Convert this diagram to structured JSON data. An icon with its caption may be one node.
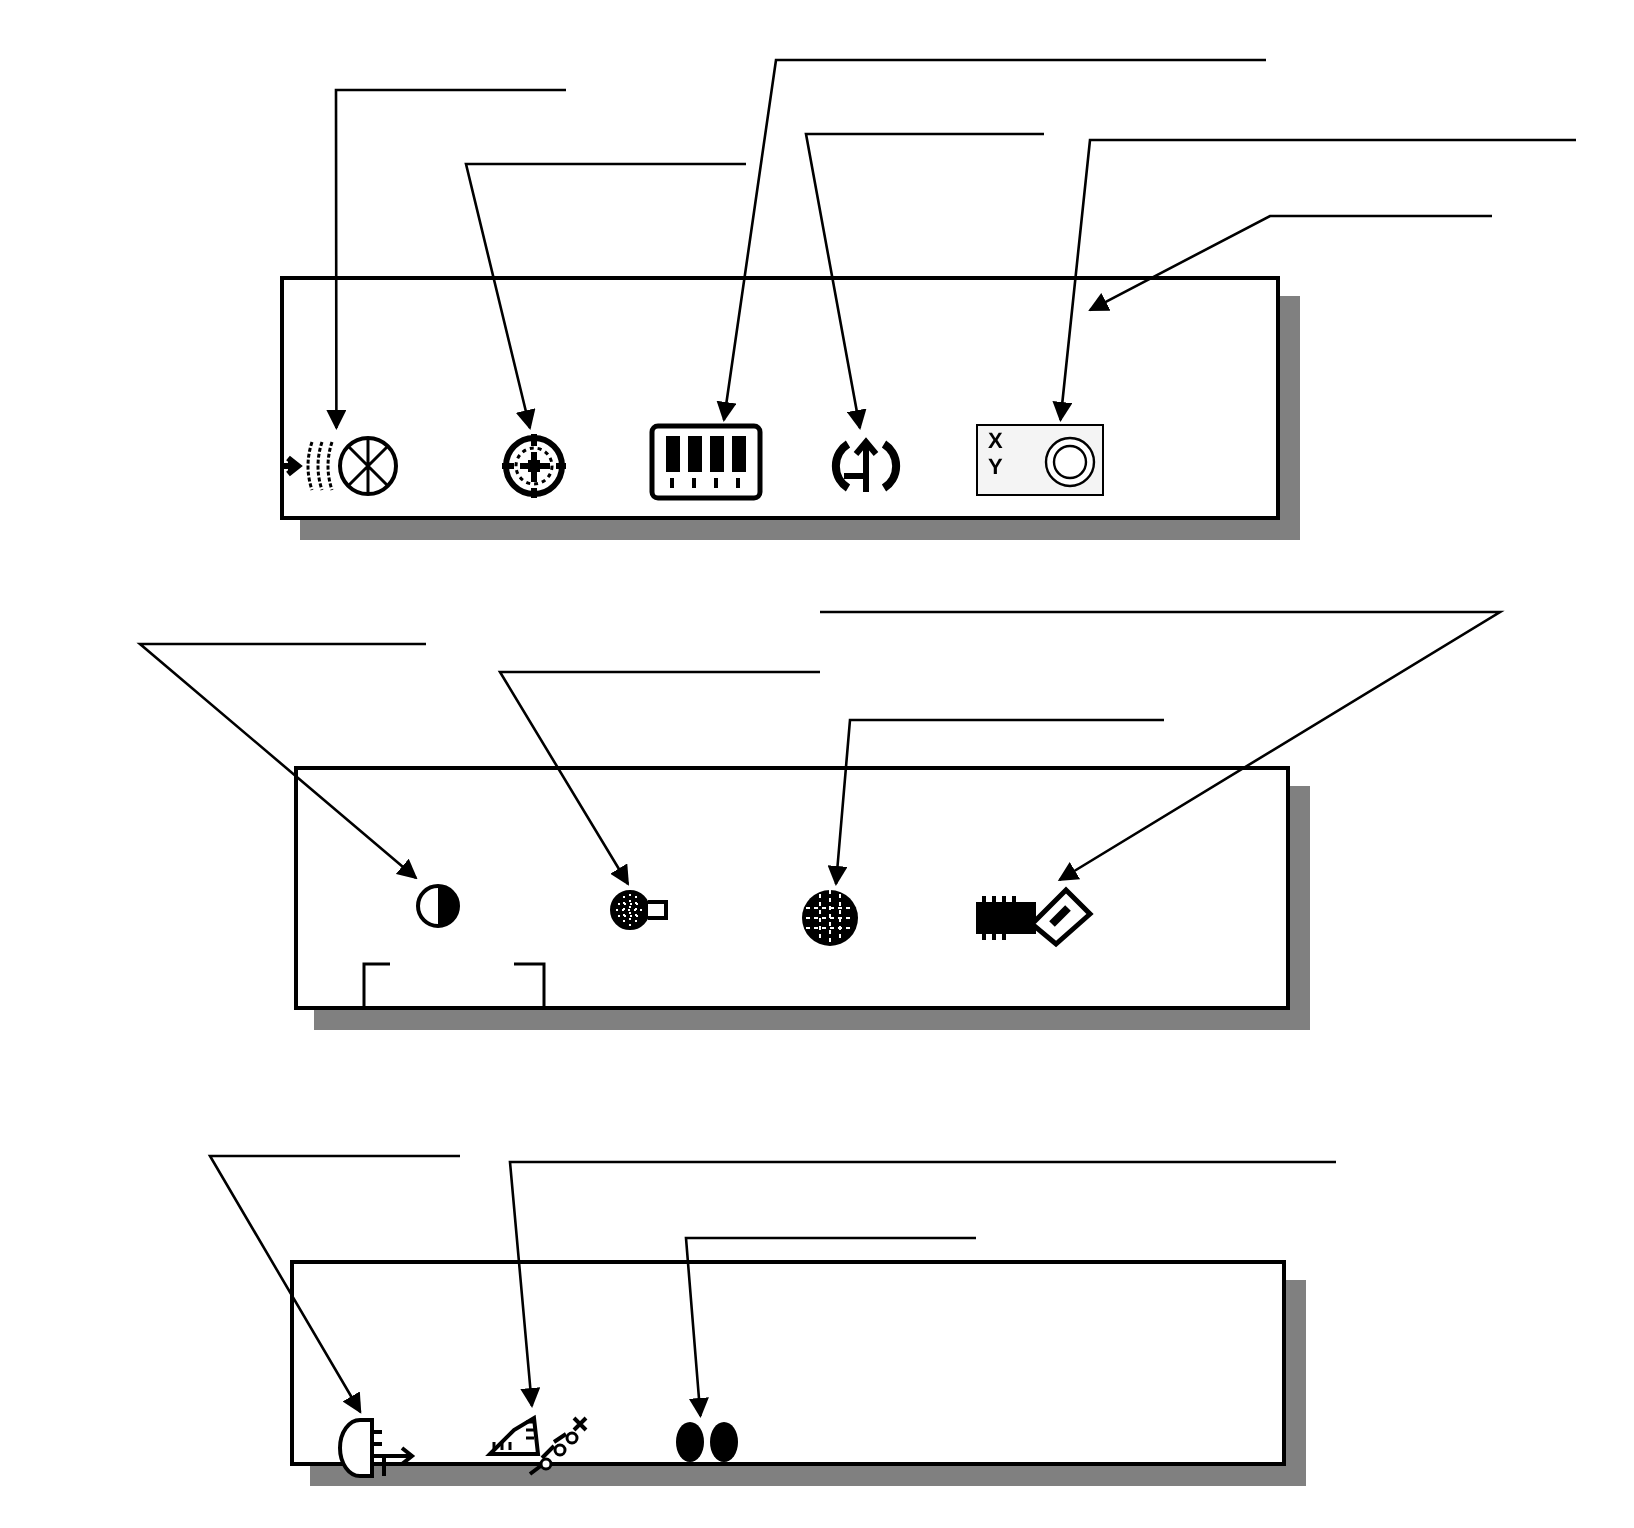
{
  "diagram": {
    "nodes": [
      {
        "text": [],
        "shape": "box"
      },
      {
        "text": [],
        "shape": "icon",
        "in": 0
      },
      {
        "text": [],
        "shape": "icon",
        "in": 0
      },
      {
        "text": [],
        "shape": "icon",
        "in": 0
      },
      {
        "text": [],
        "shape": "icon",
        "in": 0
      },
      {
        "text": [
          "X Y"
        ],
        "in": 0
      },
      {
        "text": [],
        "shape": "box"
      },
      {
        "text": [],
        "shape": "icon",
        "in": 6
      },
      {
        "text": [],
        "shape": "icon",
        "in": 6
      },
      {
        "text": [],
        "shape": "icon",
        "in": 6
      },
      {
        "text": [],
        "shape": "icon",
        "in": 6
      },
      {
        "text": [],
        "shape": "box"
      },
      {
        "text": [],
        "shape": "icon",
        "in": 11
      },
      {
        "text": [],
        "shape": "icon",
        "in": 11
      },
      {
        "text": [],
        "shape": "icon",
        "in": 11
      }
    ],
    "edges": [
      {
        "from": null,
        "to": 1,
        "arrow": "to"
      },
      {
        "from": null,
        "to": 2,
        "arrow": "to"
      },
      {
        "from": null,
        "to": 3,
        "arrow": "to"
      },
      {
        "from": null,
        "to": 4,
        "arrow": "to"
      },
      {
        "from": null,
        "to": 5,
        "arrow": "to"
      },
      {
        "from": null,
        "to": 0,
        "arrow": "to"
      },
      {
        "from": null,
        "to": 7,
        "arrow": "to"
      },
      {
        "from": null,
        "to": 8,
        "arrow": "to"
      },
      {
        "from": null,
        "to": 9,
        "arrow": "to"
      },
      {
        "from": null,
        "to": 10,
        "arrow": "to"
      },
      {
        "from": null,
        "to": 12,
        "arrow": "to"
      },
      {
        "from": null,
        "to": 13,
        "arrow": "to"
      },
      {
        "from": null,
        "to": 14,
        "arrow": "to"
      }
    ]
  }
}
